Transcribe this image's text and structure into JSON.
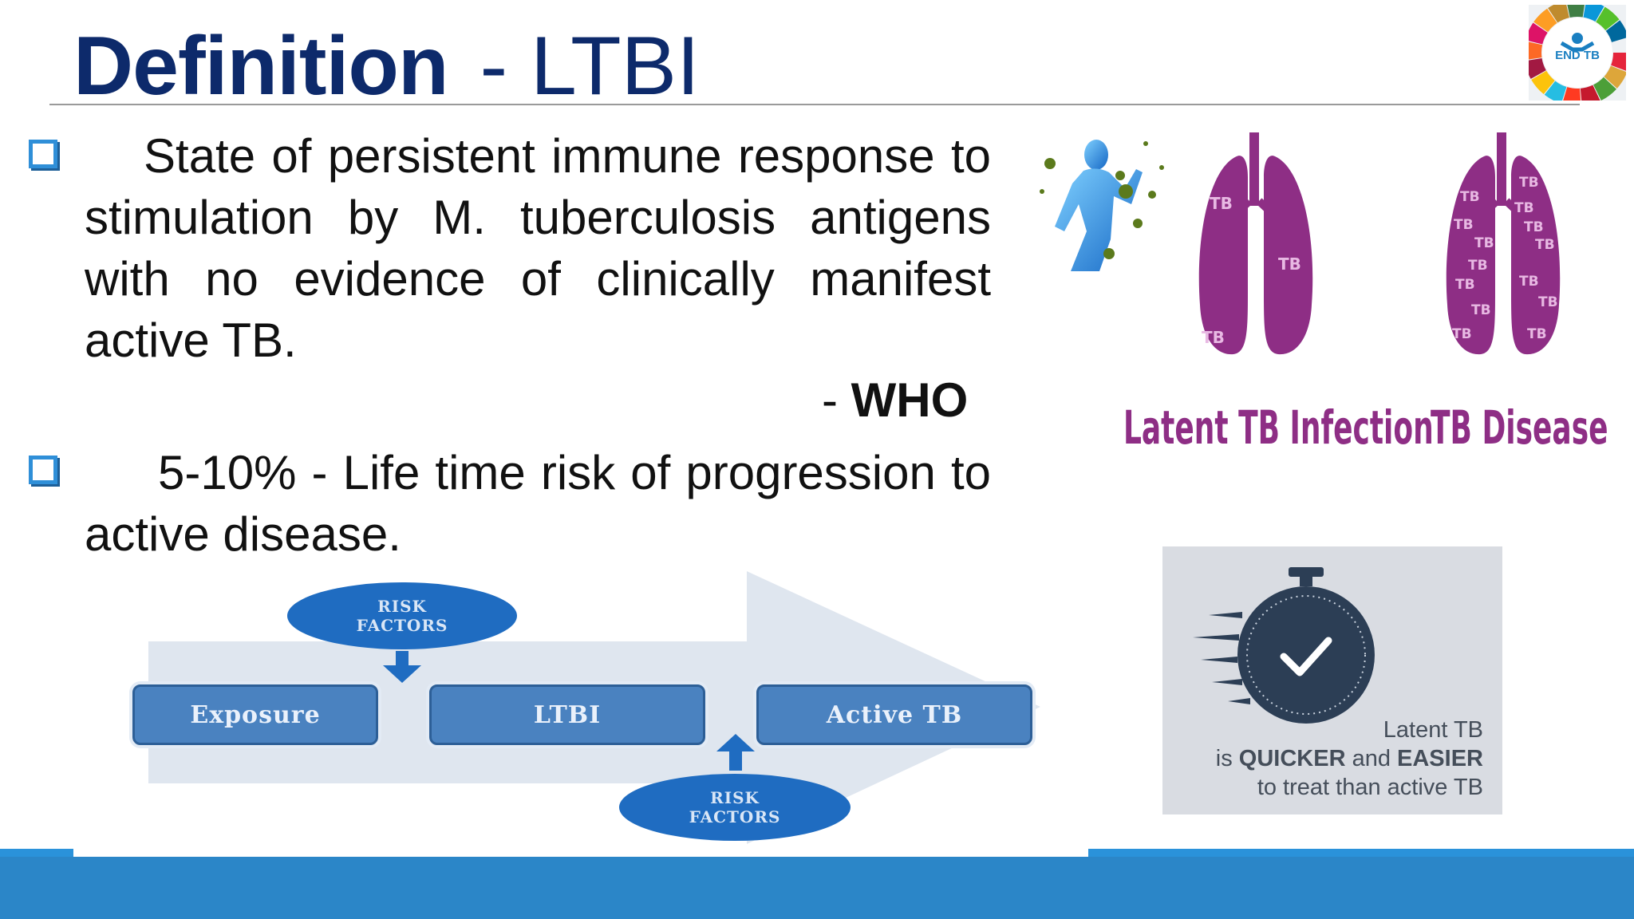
{
  "slide": {
    "title_bold": "Definition",
    "title_rest": "- LTBI",
    "logo_text": "END TB",
    "bullets": [
      {
        "text": "State of persistent immune response to stimulation by M. tuberculosis antigens with no evidence of clinically manifest active TB.",
        "attribution_dash": "- ",
        "attribution": "WHO"
      },
      {
        "text": "5-10% - Life time risk of progression to active disease."
      }
    ],
    "lung_captions": [
      "Latent TB Infection",
      "TB Disease"
    ],
    "flow": {
      "boxes": [
        "Exposure",
        "LTBI",
        "Active TB"
      ],
      "risk_top": [
        "RISK",
        "FACTORS"
      ],
      "risk_bottom": [
        "RISK",
        "FACTORS"
      ]
    },
    "timer": {
      "line1": "Latent TB",
      "line2_pre": "is ",
      "line2_b1": "QUICKER",
      "line2_mid": " and ",
      "line2_b2": "EASIER",
      "line3": "to treat than active TB"
    },
    "colors": {
      "title": "#0d2a6b",
      "accent_blue": "#2b86c8",
      "lung_purple": "#8e2e85"
    }
  }
}
